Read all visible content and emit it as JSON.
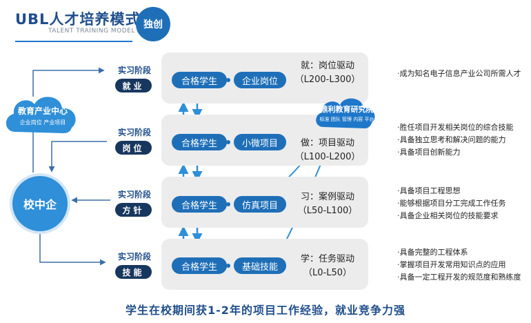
{
  "header": {
    "title": "UBL人才培养模式",
    "subtitle": "TALENT TRAINING MODEL",
    "badge": "独创"
  },
  "clouds": {
    "industry_center": {
      "title": "教育产业中心",
      "subtitle": "企业岗位  产业项目"
    },
    "institute": {
      "title": "鼎利教育研究院",
      "subtitle": "标准  团队  管理  内容  平台"
    }
  },
  "school_enterprise": "校中企",
  "stages": [
    {
      "internship": "实习阶段",
      "tag": "就业",
      "qualified": "合格学生",
      "target": "企业岗位",
      "drive": "就：岗位驱动",
      "range": "（L200-L300）",
      "bullets": [
        "·成为知名电子信息产业公司所需人才"
      ]
    },
    {
      "internship": "实习阶段",
      "tag": "岗位",
      "qualified": "合格学生",
      "target": "小微项目",
      "drive": "做：项目驱动",
      "range": "（L100-L200）",
      "bullets": [
        "·胜任项目开发相关岗位的综合技能",
        "·具备独立思考和解决问题的能力",
        "·具备项目创新能力"
      ]
    },
    {
      "internship": "实习阶段",
      "tag": "方针",
      "qualified": "合格学生",
      "target": "仿真项目",
      "drive": "习：案例驱动",
      "range": "（L50-L100）",
      "bullets": [
        "·具备项目工程思想",
        "·能够根据项目分工完成工作任务",
        "·具备企业相关岗位的技能要求"
      ]
    },
    {
      "internship": "实习阶段",
      "tag": "技能",
      "qualified": "合格学生",
      "target": "基础技能",
      "drive": "学：任务驱动",
      "range": "（L0-L50）",
      "bullets": [
        "·具备完整的工程体系",
        "·掌握项目开发常用知识点的应用",
        "·具备一定工程开发的规范度和熟练度"
      ]
    }
  ],
  "footer": "学生在校期间获1-2年的项目工作经验，就业竞争力强",
  "colors": {
    "primary": "#1f6fb8",
    "dark": "#17375e",
    "light": "#2f8fd8",
    "stage_bg": "#ececec"
  }
}
